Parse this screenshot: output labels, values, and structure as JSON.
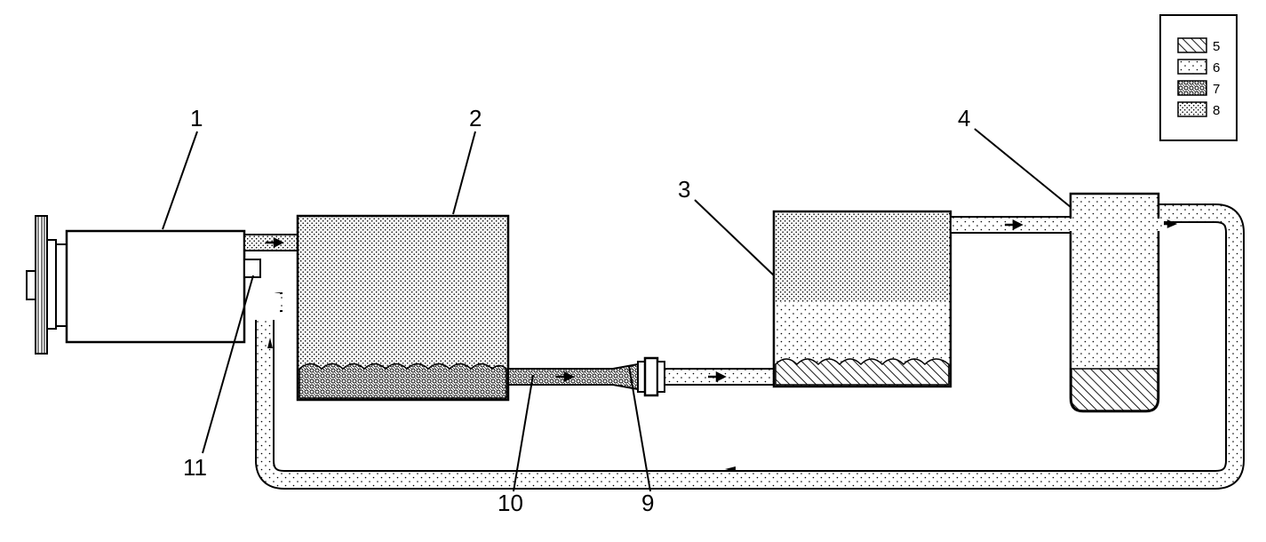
{
  "callouts": {
    "compressor": "1",
    "condenser": "2",
    "evaporator": "3",
    "accumulator": "4",
    "orifice_tube": "9",
    "liquid_line": "10",
    "pressure_switch": "11"
  },
  "legend": {
    "items": [
      {
        "label": "5",
        "pattern": "hatch"
      },
      {
        "label": "6",
        "pattern": "light-dots"
      },
      {
        "label": "7",
        "pattern": "crosshatch"
      },
      {
        "label": "8",
        "pattern": "dense-dots"
      }
    ]
  },
  "colors": {
    "stroke": "#000000",
    "background": "#ffffff"
  }
}
